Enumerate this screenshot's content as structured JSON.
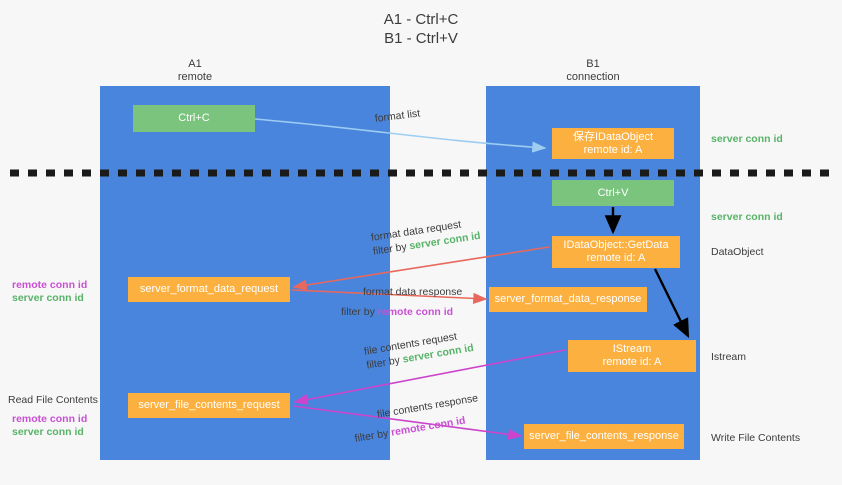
{
  "title": {
    "line1": "A1 - Ctrl+C",
    "line2": "B1 - Ctrl+V"
  },
  "columns": [
    {
      "id": "a1",
      "name": "A1",
      "sub": "remote"
    },
    {
      "id": "b1",
      "name": "B1",
      "sub": "connection"
    }
  ],
  "boxes": {
    "ctrl_c": "Ctrl+C",
    "ctrl_v": "Ctrl+V",
    "save_idataobject_l1": "保存IDataObject",
    "save_idataobject_l2": "remote id: A",
    "getdata_l1": "IDataObject::GetData",
    "getdata_l2": "remote id: A",
    "istream_l1": "IStream",
    "istream_l2": "remote id: A",
    "server_format_data_request": "server_format_data_request",
    "server_format_data_response": "server_format_data_response",
    "server_file_contents_request": "server_file_contents_request",
    "server_file_contents_response": "server_file_contents_response"
  },
  "edge_labels": {
    "format_list": "format list",
    "format_data_request": "format data request",
    "format_data_response": "format data response",
    "file_contents_request": "file contents request",
    "file_contents_response": "file contents response",
    "filter_by": "filter by",
    "server_conn_id": "server conn id",
    "remote_conn_id": "remote conn id"
  },
  "right_labels": {
    "server_conn_id_top": "server conn id",
    "server_conn_id_second": "server conn id",
    "data_object": "DataObject",
    "istream": "Istream",
    "write_file_contents": "Write File Contents"
  },
  "left_labels": {
    "remote_conn_id_1": "remote conn id",
    "server_conn_id_1": "server conn id",
    "read_file_contents": "Read File Contents",
    "remote_conn_id_2": "remote conn id",
    "server_conn_id_2": "server conn id"
  },
  "colors": {
    "column": "#4a85dd",
    "green_box": "#7ac47e",
    "orange_box": "#fbb040",
    "server_conn_id": "#58b368",
    "remote_conn_id": "#c94fd4",
    "arrow_blue": "#9dcdf0",
    "arrow_red": "#e8685d",
    "arrow_magenta": "#cc44cc",
    "arrow_black": "#000000",
    "divider": "#1a1a1a",
    "background": "#f7f7f7"
  }
}
